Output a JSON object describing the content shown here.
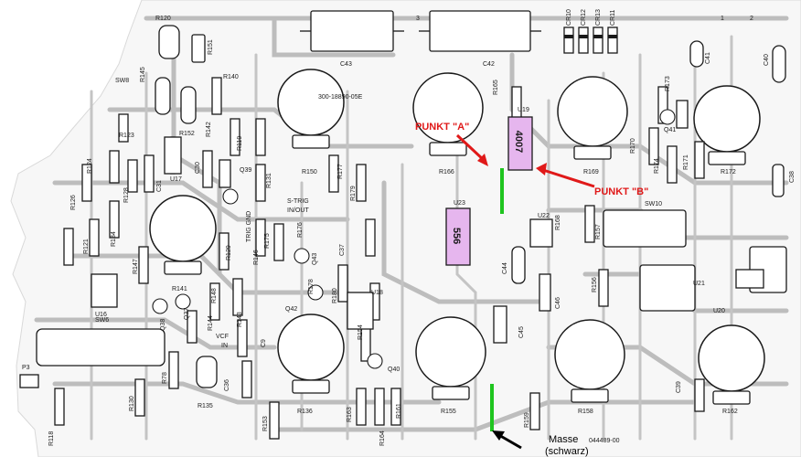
{
  "board": {
    "silk_text": "300-18890-05E",
    "board_no": "044489-00",
    "corner_numbers": [
      "1",
      "2",
      "3"
    ],
    "sw_labels": [
      "SW8",
      "SW6",
      "SW10"
    ],
    "signal_labels": [
      "S-TRIG",
      "IN/OUT",
      "TRIG GND",
      "VCF",
      "IN"
    ],
    "component_labels": {
      "resistors": [
        "R120",
        "R151",
        "R140",
        "R145",
        "R123",
        "R142",
        "R152",
        "R119",
        "R124",
        "R126",
        "R128",
        "R134",
        "R121",
        "R147",
        "R141",
        "R148",
        "R144",
        "R143",
        "R146",
        "R129",
        "R175",
        "R176",
        "R150",
        "R177",
        "R179",
        "R131",
        "R136",
        "R153",
        "R163",
        "R164",
        "R155",
        "R159",
        "R158",
        "R161",
        "R162",
        "R165",
        "R166",
        "R169",
        "R170",
        "R173",
        "R174",
        "R171",
        "R172",
        "R168",
        "R157",
        "R156",
        "R178",
        "R180",
        "R154",
        "R135",
        "R78",
        "R130",
        "R118"
      ],
      "capacitors": [
        "C43",
        "C42",
        "C41",
        "C40",
        "C30",
        "C31",
        "C37",
        "C44",
        "C46",
        "C45",
        "C38",
        "C39",
        "C36",
        "C9"
      ],
      "diodes": [
        "CR10",
        "CR12",
        "CR13",
        "CR11"
      ],
      "transistors": [
        "Q39",
        "Q43",
        "Q42",
        "Q38",
        "Q37",
        "Q40",
        "Q41"
      ],
      "ics": [
        "U17",
        "U16",
        "U18",
        "U22",
        "U21",
        "U20",
        "U19",
        "U23"
      ],
      "pins": [
        "P3"
      ]
    }
  },
  "highlights": {
    "u19": {
      "ref": "U19",
      "chip": "4007"
    },
    "u23": {
      "ref": "U23",
      "chip": "556"
    }
  },
  "annotations": {
    "punkt_a": "PUNKT \"A\"",
    "punkt_b": "PUNKT \"B\"",
    "masse_line1": "Masse",
    "masse_line2": "(schwarz)"
  },
  "colors": {
    "annotation_red": "#e01919",
    "highlight_fill": "#e6b6ee",
    "probe_green": "#1fc51f",
    "trace_grey": "#bdbdbd",
    "silk_black": "#1a1a1a"
  }
}
